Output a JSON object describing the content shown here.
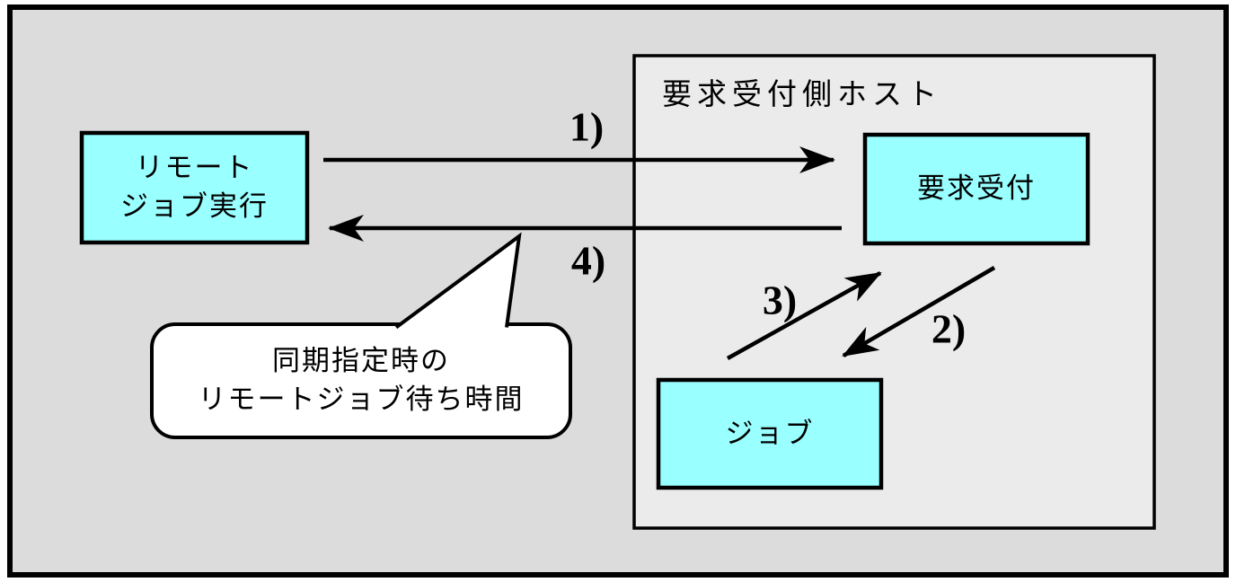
{
  "diagram": {
    "title_note": "remote job execution flow diagram",
    "host": {
      "label": "要求受付側ホスト"
    },
    "nodes": {
      "remote_job": {
        "line1": "リモート",
        "line2": "ジョブ実行"
      },
      "request_accept": {
        "label": "要求受付"
      },
      "job": {
        "label": "ジョブ"
      }
    },
    "arrows": {
      "a1": {
        "label": "1)",
        "from": "remote_job",
        "to": "request_accept"
      },
      "a2": {
        "label": "2)",
        "from": "request_accept",
        "to": "job"
      },
      "a3": {
        "label": "3)",
        "from": "job",
        "to": "request_accept"
      },
      "a4": {
        "label": "4)",
        "from": "request_accept",
        "to": "remote_job"
      }
    },
    "callout": {
      "line1": "同期指定時の",
      "line2": "リモートジョブ待ち時間"
    },
    "colors": {
      "canvas_bg": "#dcdcdc",
      "host_bg": "#ebebeb",
      "node_fill": "#99ffff",
      "line_color": "#000000",
      "callout_bg": "#ffffff"
    }
  }
}
